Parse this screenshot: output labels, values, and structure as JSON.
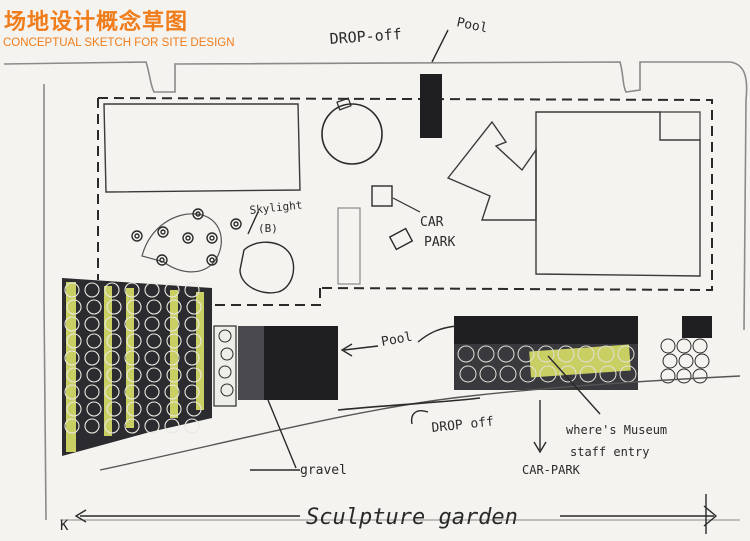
{
  "header": {
    "title_cn": "场地设计概念草图",
    "title_en": "CONCEPTUAL SKETCH FOR SITE DESIGN"
  },
  "annotations": {
    "drop_off_top": "DROP-off",
    "pool_top": "Pool",
    "skylight": "Skylight",
    "skylight_b": "(B)",
    "car": "CAR",
    "park": "PARK",
    "pool_right": "Pool",
    "drop_off_bottom": "DROP off",
    "museum_line1": "where's Museum",
    "museum_line2": "staff entry",
    "car_park_bottom": "CAR-PARK",
    "gravel": "gravel",
    "sculpture_garden": "Sculpture garden",
    "corner_k": "K"
  },
  "colors": {
    "title": "#f07c1a",
    "ink": "#2a2a2a",
    "tree_fill": "#c9cf63",
    "dark_block": "#1f1f22",
    "pencil": "#8a8a8a"
  }
}
